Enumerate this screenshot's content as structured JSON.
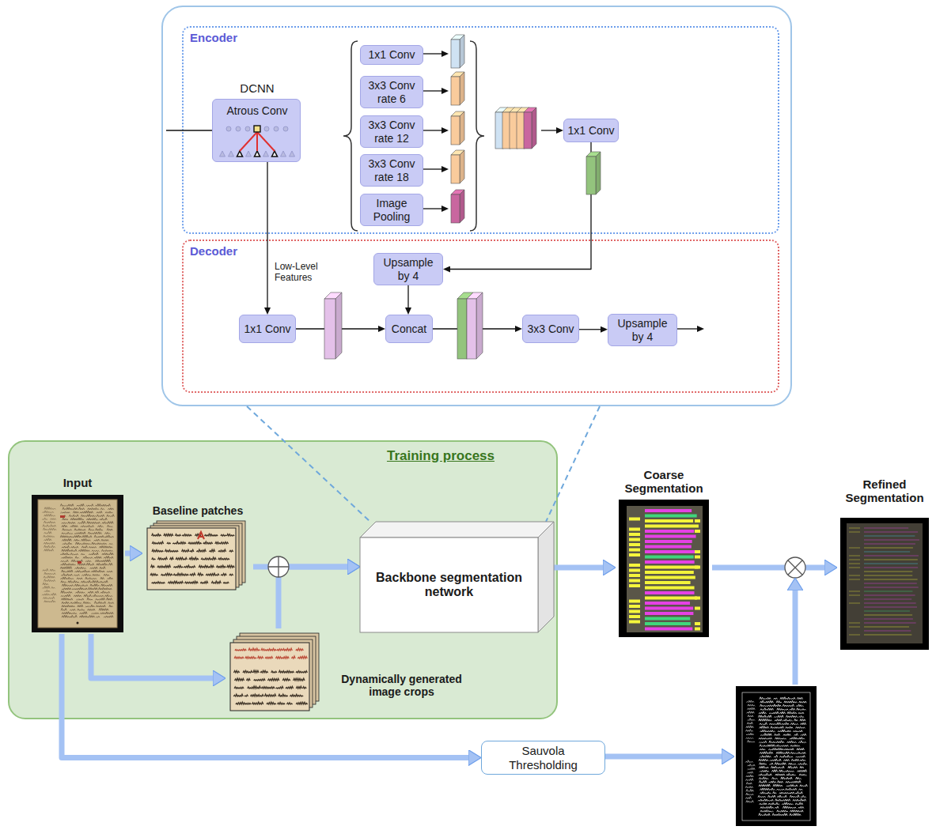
{
  "diagram": {
    "nodes": [
      {
        "text": [
          "Encoder"
        ]
      },
      {
        "text": [
          "DCNN",
          "Atrous Conv"
        ],
        "in": 0
      },
      {
        "text": [
          "1x1 Conv"
        ],
        "in": 0
      },
      {
        "text": [
          "3x3 Conv rate 6"
        ],
        "in": 0
      },
      {
        "text": [
          "3x3 Conv rate 12"
        ],
        "in": 0
      },
      {
        "text": [
          "3x3 Conv rate 18"
        ],
        "in": 0
      },
      {
        "text": [
          "Image Pooling"
        ],
        "in": 0
      },
      {
        "text": [
          "1x1 Conv"
        ],
        "in": 0
      },
      {
        "text": [
          "Decoder"
        ]
      },
      {
        "text": [
          "Upsample by 4"
        ],
        "in": 8
      },
      {
        "text": [
          "1x1 Conv"
        ],
        "in": 8
      },
      {
        "text": [
          "Concat"
        ],
        "in": 8
      },
      {
        "text": [
          "3x3 Conv"
        ],
        "in": 8
      },
      {
        "text": [
          "Upsample by 4"
        ],
        "in": 8
      },
      {
        "text": [
          "Training process"
        ]
      },
      {
        "text": [
          "Input"
        ],
        "in": 14
      },
      {
        "text": [
          "Baseline patches"
        ],
        "in": 14
      },
      {
        "text": [
          "Dynamically generated image crops"
        ],
        "in": 14
      },
      {
        "text": [
          "Backbone segmentation network"
        ],
        "in": 14
      },
      {
        "text": [
          "Coarse Segmentation"
        ]
      },
      {
        "text": [
          "Refined Segmentation"
        ]
      },
      {
        "text": [
          "Sauvola Thresholding"
        ]
      }
    ],
    "edges": [
      {
        "from": 1,
        "to": 10,
        "label": "Low-Level Features",
        "arrow": "to"
      },
      {
        "from": 7,
        "to": 9,
        "arrow": "to"
      },
      {
        "from": 9,
        "to": 11,
        "arrow": "to"
      },
      {
        "from": 10,
        "to": 11,
        "arrow": "to"
      },
      {
        "from": 11,
        "to": 12,
        "arrow": "to"
      },
      {
        "from": 12,
        "to": 13,
        "arrow": "to"
      },
      {
        "from": 15,
        "to": 16,
        "arrow": "to"
      },
      {
        "from": 15,
        "to": 17,
        "arrow": "to"
      },
      {
        "from": 15,
        "to": 21,
        "arrow": "to"
      },
      {
        "from": 16,
        "to": 18,
        "arrow": "to"
      },
      {
        "from": 17,
        "to": 18,
        "arrow": "to"
      },
      {
        "from": 18,
        "to": 19,
        "arrow": "to"
      },
      {
        "from": 19,
        "to": 20,
        "arrow": "to"
      }
    ]
  }
}
